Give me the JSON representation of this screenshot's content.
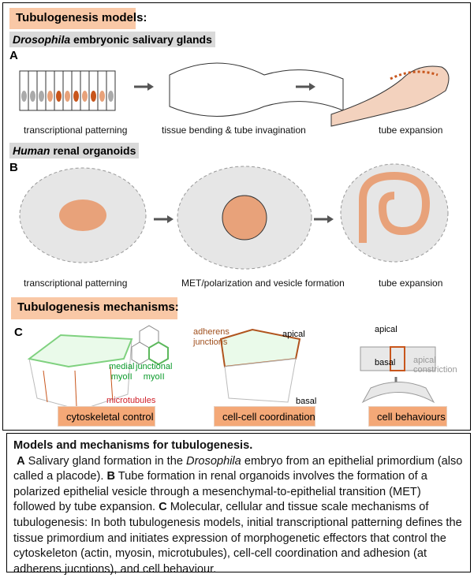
{
  "models_header": "Tubulogenesis models:",
  "drosophila": {
    "italic": "Drosophila",
    "rest": " embryonic salivary glands",
    "letter": "A",
    "labels": [
      "transcriptional patterning",
      "tissue bending & tube invagination",
      "tube expansion"
    ]
  },
  "human": {
    "italic": "Human",
    "rest": " renal organoids",
    "letter": "B",
    "labels": [
      "transcriptional patterning",
      "MET/polarization and vesicle formation",
      "tube expansion"
    ]
  },
  "mechanisms_header": "Tubulogenesis mechanisms:",
  "mechanisms": {
    "letter": "C",
    "microtubules": "microtubules",
    "medial": "medial\nmyoII",
    "medial_1": "medial",
    "medial_2": "myoII",
    "junctional_1": "junctional",
    "junctional_2": "myoII",
    "adherens_1": "adherens",
    "adherens_2": "junctions",
    "apical": "apical",
    "basal": "basal",
    "apical_constriction_1": "apical",
    "apical_constriction_2": "constriction",
    "boxes": [
      "cytoskeletal control",
      "cell-cell coordination",
      "cell behaviours"
    ]
  },
  "caption": {
    "title": "Models and mechanisms for tubulogenesis.",
    "a_letter": "A",
    "a_text1": " Salivary gland formation in the ",
    "a_italic": "Drosophila",
    "a_text2": " embryo from an epithelial primordium (also called a placode). ",
    "b_letter": "B",
    "b_text": " Tube formation in renal organoids involves the formation of a polarized epithelial vesicle through a mesenchymal-to-epithelial transition (MET) followed by tube expansion. ",
    "c_letter": "C",
    "c_text": " Molecular, cellular and tissue scale mechanisms of tubulogenesis: In both tubulogenesis models, initial transcriptional patterning defines the tissue primordium and initiates expression of morphogenetic effectors that control the cytoskeleton (actin, myosin, microtubules), cell-cell coordination and adhesion (at adherens jucntions), and cell behaviour."
  },
  "colors": {
    "orange": "#f4a877",
    "header_orange": "#f9c8a6",
    "cell_orange": "#e8a27a",
    "dark_orange": "#c8561c",
    "green": "#7fd17f",
    "grey": "#d9d9d9"
  }
}
